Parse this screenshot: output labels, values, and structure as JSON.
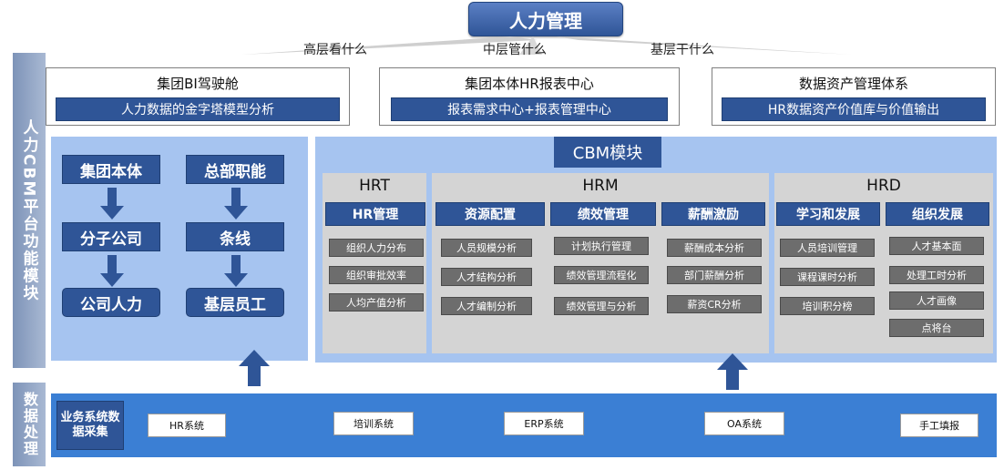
{
  "title": "人力管理",
  "levels": [
    "高层看什么",
    "中层管什么",
    "基层干什么"
  ],
  "side_labels": {
    "top": "人力CBM平台功能模块",
    "bottom": "数据处理"
  },
  "top_boxes": [
    {
      "title": "集团BI驾驶舱",
      "sub": "人力数据的金字塔模型分析"
    },
    {
      "title": "集团本体HR报表中心",
      "sub": "报表需求中心+报表管理中心"
    },
    {
      "title": "数据资产管理体系",
      "sub": "HR数据资产价值库与价值输出"
    }
  ],
  "left_panel": {
    "col1": [
      "集团本体",
      "分子公司",
      "公司人力"
    ],
    "col2": [
      "总部职能",
      "条线",
      "基层员工"
    ]
  },
  "cbm": {
    "title": "CBM模块",
    "groups": [
      "HRT",
      "HRM",
      "HRD"
    ],
    "modules": [
      {
        "label": "HR管理",
        "items": [
          "组织人力分布",
          "组织审批效率",
          "人均产值分析"
        ]
      },
      {
        "label": "资源配置",
        "items": [
          "人员规模分析",
          "人才结构分析",
          "人才编制分析"
        ]
      },
      {
        "label": "绩效管理",
        "items": [
          "计划执行管理",
          "绩效管理流程化",
          "绩效管理与分析"
        ]
      },
      {
        "label": "薪酬激励",
        "items": [
          "薪酬成本分析",
          "部门薪酬分析",
          "薪资CR分析"
        ]
      },
      {
        "label": "学习和发展",
        "items": [
          "人员培训管理",
          "课程课时分析",
          "培训积分榜"
        ]
      },
      {
        "label": "组织发展",
        "items": [
          "人才基本面",
          "处理工时分析",
          "人才画像",
          "点将台"
        ]
      }
    ]
  },
  "data_processing": {
    "collect_label": "业务系统数据采集",
    "systems": [
      "HR系统",
      "培训系统",
      "ERP系统",
      "OA系统",
      "手工填报"
    ]
  },
  "colors": {
    "navy": "#2f5597",
    "panel_blue": "#a6c4f0",
    "bar_blue": "#3b7fd4",
    "grey": "#d4d4d4"
  },
  "icons": [
    "arrow-down-icon",
    "arrow-up-icon"
  ]
}
